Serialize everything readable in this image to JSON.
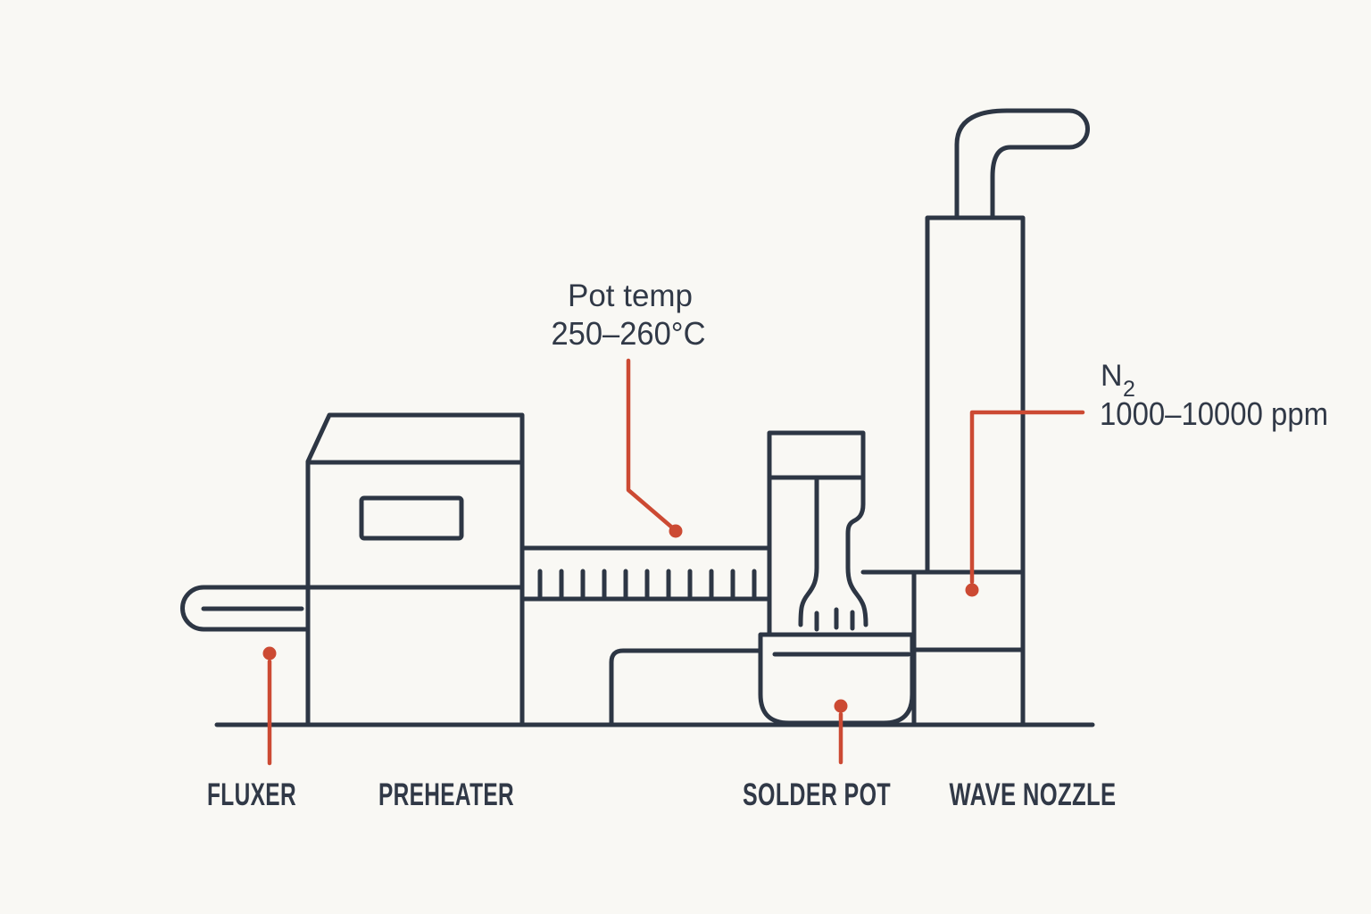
{
  "colors": {
    "background": "#f9f8f4",
    "line": "#2d3644",
    "text": "#313947",
    "accent": "#cc4a33"
  },
  "machine_labels": {
    "fluxer": "FLUXER",
    "preheater": "PREHEATER",
    "solder_pot": "SOLDER POT",
    "wave_nozzle": "WAVE NOZZLE"
  },
  "annotations": {
    "pot_temp": {
      "line1": "Pot temp",
      "line2": "250–260°C"
    },
    "nitrogen": {
      "symbol": "N",
      "subscript": "2",
      "value": "1000–10000 ppm"
    }
  }
}
